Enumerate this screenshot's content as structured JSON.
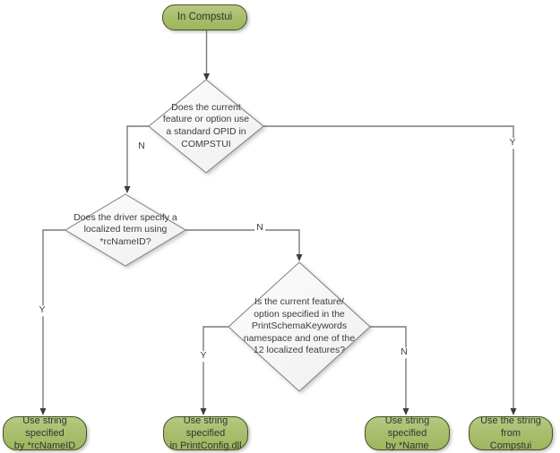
{
  "diagram": {
    "title": "Compstui string selection flowchart",
    "colors": {
      "terminator_fill": "#a9bf6e",
      "terminator_border": "#44511e",
      "decision_fill": "#f8f8f8",
      "decision_border": "#7f7f7f",
      "connector": "#7a7a7a",
      "arrowhead": "#3d3d3d",
      "background": "#ffffff"
    },
    "nodes": {
      "start": {
        "type": "terminator",
        "label": "In Compstui"
      },
      "decision_standard_opid": {
        "type": "decision",
        "label": "Does the current\nfeature or option use\na standard OPID in\nCOMPSTUI"
      },
      "decision_rcnameid": {
        "type": "decision",
        "label": "Does the driver specify a\nlocalized term using\n*rcNameID?"
      },
      "decision_printschema": {
        "type": "decision",
        "label": "Is the current feature/\noption specified in the\nPrintSchemaKeywords\nnamespace and one of the\n12 localized features?"
      },
      "result_rcnameid": {
        "type": "terminator",
        "label": "Use string specified\nby *rcNameID"
      },
      "result_printconfig": {
        "type": "terminator",
        "label": "Use string specified\nin PrintConfig.dll"
      },
      "result_name": {
        "type": "terminator",
        "label": "Use string specified\nby *Name"
      },
      "result_compstui": {
        "type": "terminator",
        "label": "Use the string from\nCompstui"
      }
    },
    "edge_labels": {
      "d1_no": "N",
      "d1_yes": "Y",
      "d2_yes": "Y",
      "d2_no": "N",
      "d3_yes": "Y",
      "d3_no": "N"
    }
  }
}
